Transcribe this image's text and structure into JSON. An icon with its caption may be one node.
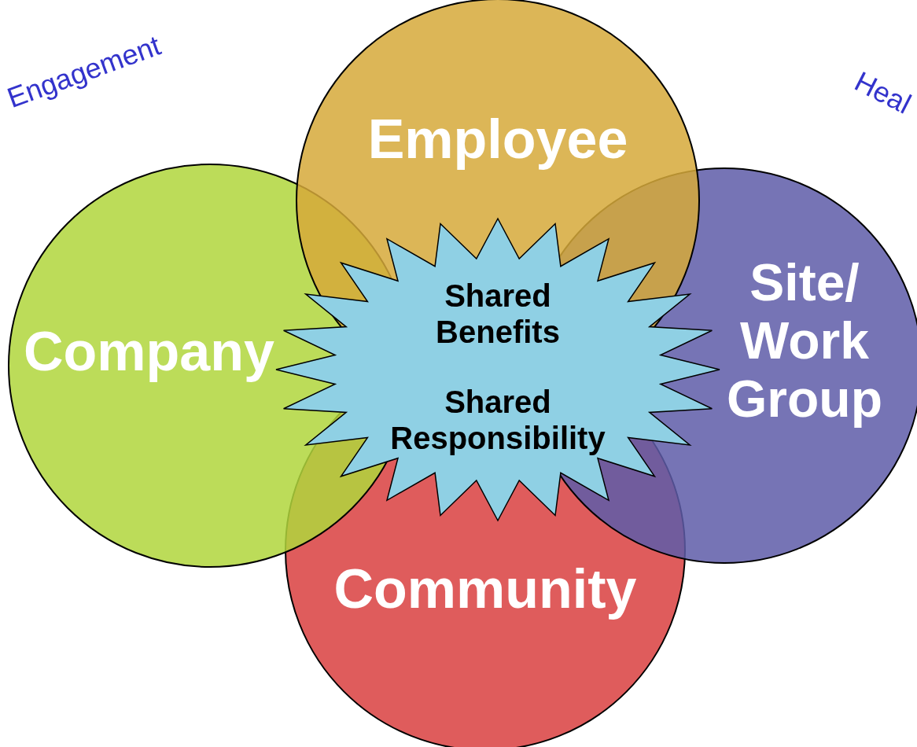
{
  "diagram": {
    "nodes": [
      {
        "text": [
          "Employee"
        ]
      },
      {
        "text": [
          "Company"
        ]
      },
      {
        "text": [
          "Site/ Work Group"
        ]
      },
      {
        "text": [
          "Community"
        ]
      },
      {
        "text": [
          "Shared Benefits",
          "Shared Responsibility"
        ]
      }
    ],
    "edges": [],
    "labels": [
      "Engagement",
      "Heal"
    ]
  }
}
